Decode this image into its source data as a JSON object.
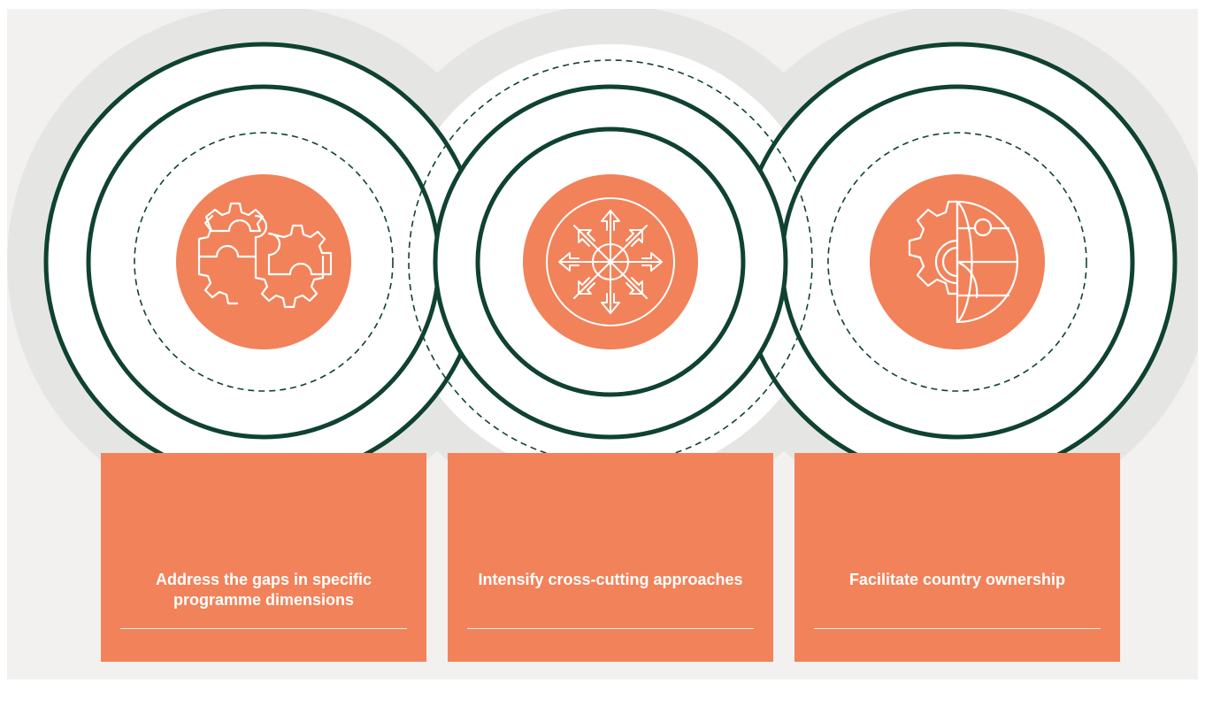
{
  "colors": {
    "background": "#f2f1f0",
    "halo": "#e5e6e4",
    "orange": "#f2825a",
    "dark_green": "#0f4230",
    "white": "#ffffff"
  },
  "pillars": [
    {
      "icon": "puzzle-gears-icon",
      "label": "Address the gaps in specific programme dimensions"
    },
    {
      "icon": "compass-arrows-icon",
      "label": "Intensify cross-cutting approaches"
    },
    {
      "icon": "gear-globe-icon",
      "label": "Facilitate country ownership"
    }
  ]
}
